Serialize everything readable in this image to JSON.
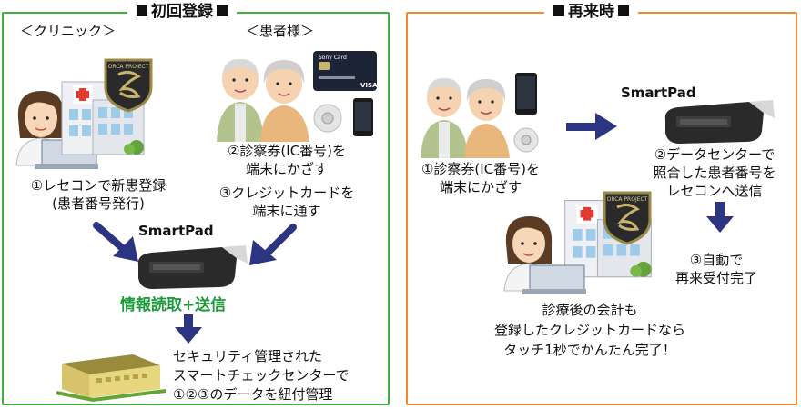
{
  "left": {
    "title": "初回登録",
    "clinic_label": "＜クリニック＞",
    "patient_label": "＜患者様＞",
    "step1": [
      "①レセコンで新患登録",
      "(患者番号発行)"
    ],
    "step2": [
      "②診察券(IC番号)を",
      "端末にかざす"
    ],
    "step3": [
      "③クレジットカードを",
      "端末に通す"
    ],
    "device_label": "SmartPad",
    "send_label": "情報読取+送信",
    "center_desc": [
      "セキュリティ管理された",
      "スマートチェックセンターで",
      "①②③のデータを紐付管理"
    ],
    "logo_text": "ORCA PROJECT",
    "card_text": "Sony Card",
    "card_brand": "VISA"
  },
  "right": {
    "title": "再来時",
    "step1": [
      "①診察券(IC番号)を",
      "端末にかざす"
    ],
    "device_label": "SmartPad",
    "step2": [
      "②データセンターで",
      "照合した患者番号を",
      "レセコンへ送信"
    ],
    "step3": [
      "③自動で",
      "再来受付完了"
    ],
    "bottom": [
      "診療後の会計も",
      "登録したクレジットカードなら",
      "タッチ1秒でかんたん完了！"
    ],
    "logo_text": "ORCA PROJECT"
  },
  "colors": {
    "left_border": "#3fae3f",
    "right_border": "#f08a30",
    "arrow": "#2c3582",
    "send_text": "#1e9a3c"
  }
}
